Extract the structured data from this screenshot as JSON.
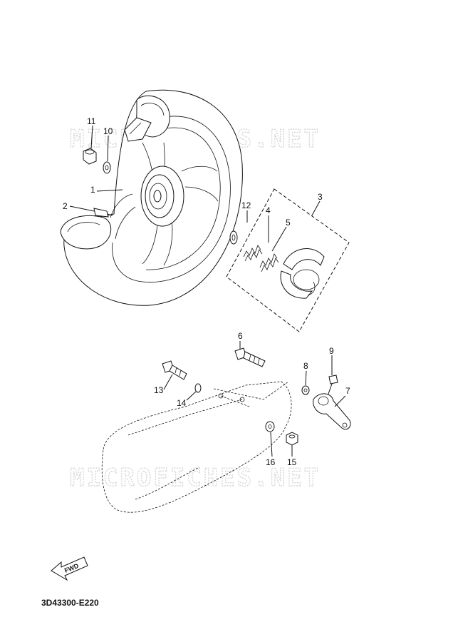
{
  "watermark": {
    "text": "MICROFICHES.NET"
  },
  "forward_label": "FWD",
  "diagram_code": "3D43300-E220",
  "callouts": [
    "1",
    "2",
    "3",
    "4",
    "5",
    "6",
    "7",
    "8",
    "9",
    "10",
    "11",
    "12",
    "13",
    "14",
    "15",
    "16"
  ]
}
